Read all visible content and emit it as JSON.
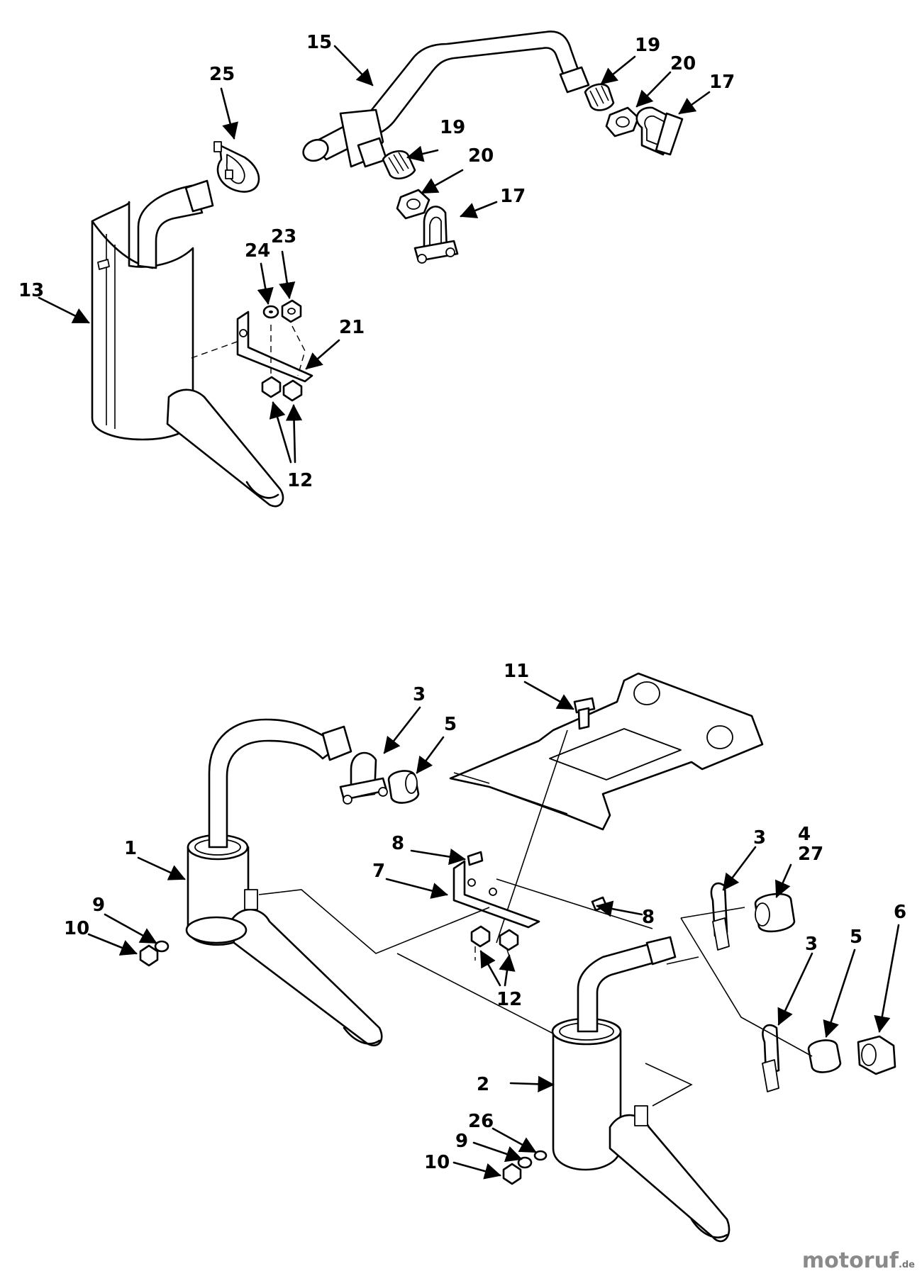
{
  "callouts": [
    "1",
    "2",
    "3",
    "3",
    "3",
    "4",
    "27",
    "5",
    "5",
    "6",
    "7",
    "8",
    "8",
    "9",
    "9",
    "10",
    "10",
    "11",
    "12",
    "12",
    "13",
    "15",
    "17",
    "17",
    "19",
    "19",
    "20",
    "20",
    "21",
    "23",
    "24",
    "25",
    "26"
  ],
  "watermark": {
    "brand": "motoruf",
    "suffix": ".de"
  }
}
